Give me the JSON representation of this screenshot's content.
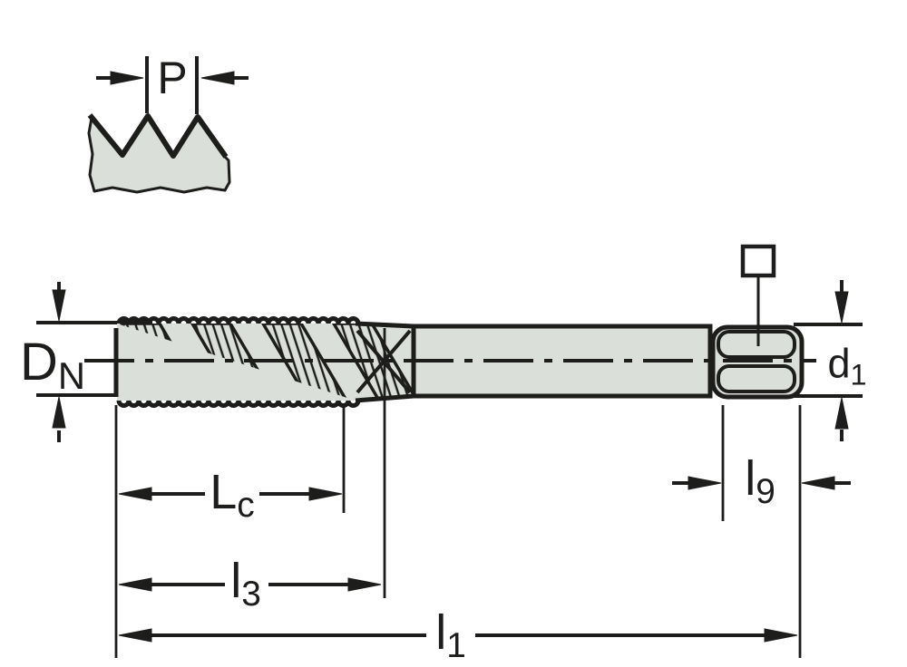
{
  "labels": {
    "p": {
      "main": "P",
      "sub": ""
    },
    "dn": {
      "main": "D",
      "sub": "N"
    },
    "d1": {
      "main": "d",
      "sub": "1"
    },
    "lc": {
      "main": "L",
      "sub": "c"
    },
    "l3": {
      "main": "l",
      "sub": "3"
    },
    "l1": {
      "main": "l",
      "sub": "1"
    },
    "l9": {
      "main": "l",
      "sub": "9"
    }
  },
  "colors": {
    "line": "#1d1d1b",
    "fill": "#dadfd9",
    "background": "#ffffff"
  }
}
